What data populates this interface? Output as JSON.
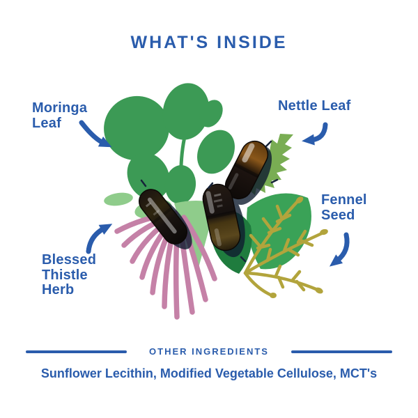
{
  "title": "WHAT'S INSIDE",
  "labels": {
    "moringa": "Moringa\nLeaf",
    "nettle": "Nettle Leaf",
    "fennel": "Fennel\nSeed",
    "blessed_thistle": "Blessed\nThistle\nHerb"
  },
  "other_ingredients": {
    "heading": "OTHER INGREDIENTS",
    "items": "Sunflower Lecithin, Modified Vegetable Cellulose, MCT's"
  },
  "illustration": {
    "capsule_count": 3,
    "colors": {
      "accent_blue": "#2a5cac",
      "moringa_green": "#3c9a55",
      "nettle_green": "#79ad53",
      "leaf_green": "#3aa257",
      "dark_green": "#1f7c3e",
      "mint_green": "#8fcc8b",
      "fennel_yellow": "#b2a43c",
      "thistle_pink": "#c581a7",
      "capsule_amber": "#8a571a",
      "capsule_dark": "#1c1410"
    }
  }
}
